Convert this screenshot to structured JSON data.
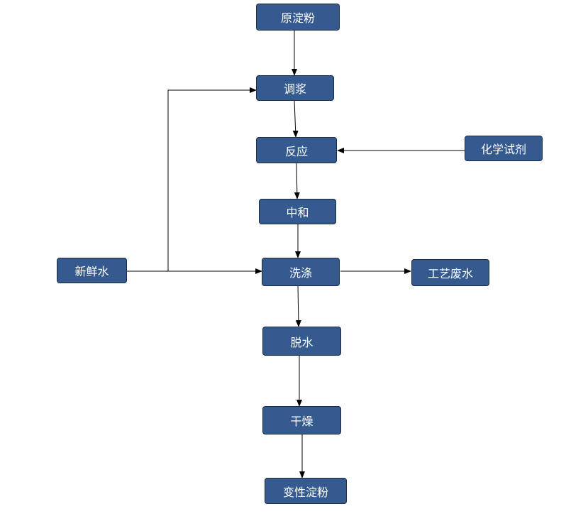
{
  "colors": {
    "node_fill": "#345a8f",
    "node_border": "#1c2b40",
    "node_text": "#ffffff",
    "arrow": "#000000",
    "background": "#ffffff"
  },
  "nodes": {
    "raw_starch": "原淀粉",
    "slurry": "调浆",
    "reaction": "反应",
    "chemical_reagent": "化学试剂",
    "neutralization": "中和",
    "fresh_water": "新鲜水",
    "washing": "洗涤",
    "process_wastewater": "工艺废水",
    "dewatering": "脱水",
    "drying": "干燥",
    "modified_starch": "变性淀粉"
  }
}
